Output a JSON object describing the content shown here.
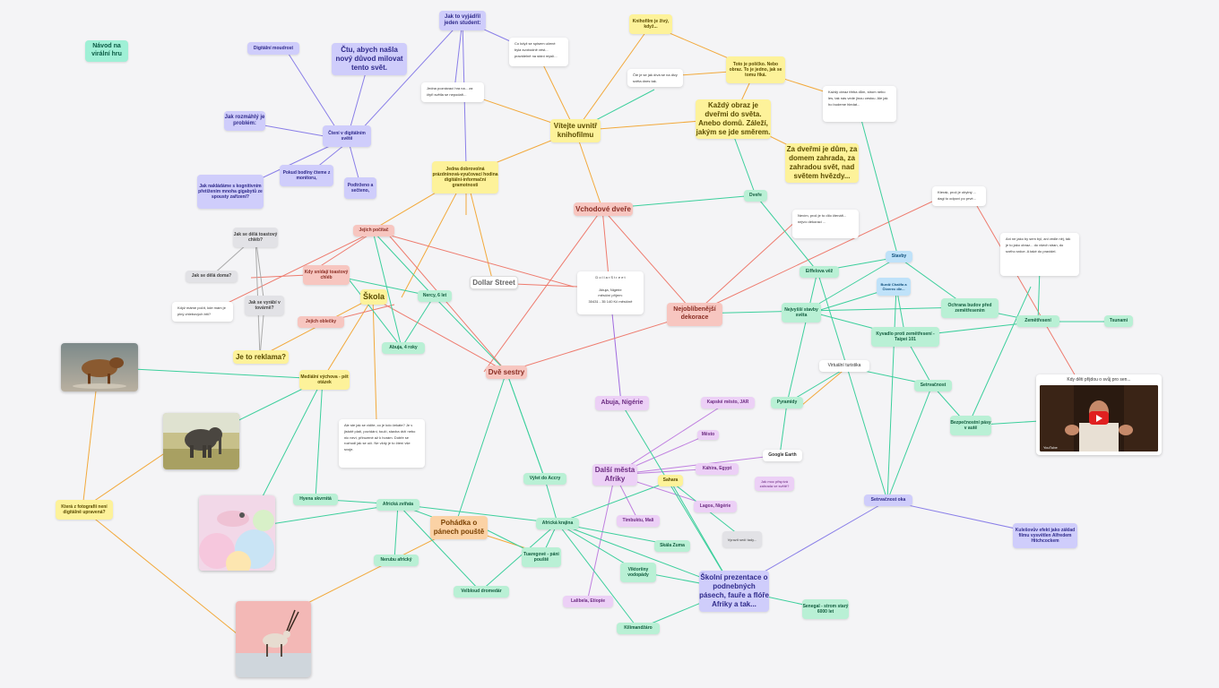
{
  "nodes": {
    "navod": "Návod na virální hru",
    "ctu": "Čtu, abych našla nový důvod milovat tento svět.",
    "digitalni_moudrost": "Digitální moudrost",
    "jak_vyjadrit": "Jak to vyjádřil jeden student:",
    "jak_rozmahly": "Jak rozmáhlý je problém:",
    "cteni_digital": "Čtení v digitálním světě",
    "jak_nakladame": "Jak nakládáme s kognitivním přetížením mnoha gigabytů ze spousty zařízení?",
    "pokud_bodlny": "Pokud bodlny čteme z monitoru,",
    "podtrzeno": "Podtrženo a sečteno,",
    "jedna_dobrovolna": "Jedna dobrovolná prázdninová-vyučovací hodina digitální-informační gramotnosti",
    "vitejte": "Vítejte uvnitř knihofilmu",
    "knihofilm_zivy": "Knihofilm je živý, když...",
    "toto_je_policko": "Toto je políčko. Nebo obraz. To je jedno, jak se tomu říká.",
    "kazdy_obraz": "Každý obraz je dveřmi do světa. Anebo domů. Záleží, jakým se jde směrem.",
    "za_dvermi": "Za dveřmi je dům, za domem zahrada, za zahradou svět, nad světem hvězdy...",
    "vchodove_dvere": "Vchodové dveře",
    "dvere": "Dveře",
    "jak_se_dela_cihla": "Jak se dělá toastový chléb?",
    "jak_se_dela_doma": "Jak se dělá doma?",
    "jak_se_vyrabi": "Jak se vyrábí v továrně?",
    "jejich_pocitac": "Jejich počítač",
    "kady_snidaji": "Kdy snídají toastový chléb",
    "jejich_oblecky": "Jejich oblečky",
    "je_to_reklama": "Je to reklama?",
    "skola": "Škola",
    "nercy": "Nercy, 6 let",
    "dollar_street": "Dollar Street",
    "dve_sestry": "Dvě sestry",
    "nejoblibenejsi": "Nejoblíbenější dekorace",
    "abuja_4let": "Abuja, 4 roky",
    "medialni_vychova": "Mediální výchova - pět otázek",
    "abuja_nigerie": "Abuja, Nigérie",
    "dalsi_mesta": "Další města Afriky",
    "kapske_mesto": "Kapské město, JAR",
    "mesto": "Město",
    "kahira": "Káhira, Egypt",
    "lagos": "Lagos, Nigérie",
    "sahara": "Sahara",
    "timbuktu": "Timbuktu, Mali",
    "vylet_accra": "Výlet do Accry",
    "hyena": "Hyena skvrnitá",
    "africka_zvirata": "Africká zvířata",
    "africka_krajina": "Africká krajina",
    "pohadka": "Pohádka o pánech pouště",
    "tuareg": "Tuaregové - páni pouště",
    "narodni_africky": "Nerubu africký",
    "velbloud": "Velbloud dromedár",
    "skala_zuma": "Skála Zuma",
    "viktoriiny": "Viktoriiny vodopády",
    "lalibela": "Lalibela, Etiopie",
    "kilimandzaro": "Kilimandžáro",
    "skolni_prezentace": "Školní prezentace o podnebných pásech, fauře a flóře Afriky a tak...",
    "senegal": "Senegal - strom starý 6000 let",
    "google_earth": "Google Earth",
    "eiffelova": "Eiffelova věž",
    "stavby": "Stavby",
    "nejvyssi": "Nejvyšší stavby světa",
    "ochrana_budov": "Ochrana budov před zemětřesením",
    "zemetreseni": "Zemětřesení",
    "tsunami": "Tsunami",
    "kyvadlo": "Kyvadlo proti zemětřesení - Taipei 101",
    "burj": "Burdž Chalífa a Čtverec dle...",
    "virtualni_turistika": "Virtuální turistika",
    "setrvacnost": "Setrvačnost",
    "pyramidy": "Pyramidy",
    "bezpecnostni_pasy": "Bezpečnostní pásy v autě",
    "setrvacnost_oka": "Setrvačnost oka",
    "kulesovuv": "Kulešovův efekt jako základ filmu vysvětlen Alfredem Hitchcockem",
    "ktera_fotografie": "Která z fotografií není digitálně upravená?",
    "vyrazit_sedi": "Vyrazit sedí tady...",
    "jak_moc_prispel": "Jak moc přispívá zahrada ve světě?"
  },
  "notes": {
    "ac_note": "Co když se spisem učené byla svobodně vést... pravidelně na stání myslí...",
    "jedna_poznamka": "Jedna poznávací hra na... za čtyři světla se nepodaří...",
    "cte_je": "Čte je se jak dívá se na divy světa dnes tak.",
    "kazdy_obraz_note": "Každý obraz třeba dům, strom nebo les, tak nás vede jinou cestou. Ale jak ho budeme hledat...",
    "kterak_note": "Kterak, proč je obytný ... dagi to odpoví po prvé...",
    "nevim_note": "Nevím, proč je to dílo čtenáři... nejvíc dekoraci ...",
    "ani_ne_note": "Ani ne jako by sem byl, ani vedle něj, tak je to jako obraz... do všech stran, do svého srdce. A také do pravidel.",
    "dollar_note": "D o l l a r   S t r e e t\n\nAbuja, Nigérie\nměsíční příjem:\n30431 - 35 140 Kč měsíčně",
    "kdyz_mame": "Když máme počít, kde mám je plný chlebových bití?",
    "aleste_note": "Ale ste jak se vidíte, co je kdo čekáte? Je v jistotě platí, povídání, touží, stavba drží nebo nic neví, přirozené až k horám. Dobře se rozhodl jak se učí. Ne vždy je to čtení vše svoje.",
    "video_caption": "Kdy děti přijdou o svůj pro sen..."
  },
  "video": {
    "brand": "YouTube"
  },
  "icons": [
    "play-icon"
  ]
}
